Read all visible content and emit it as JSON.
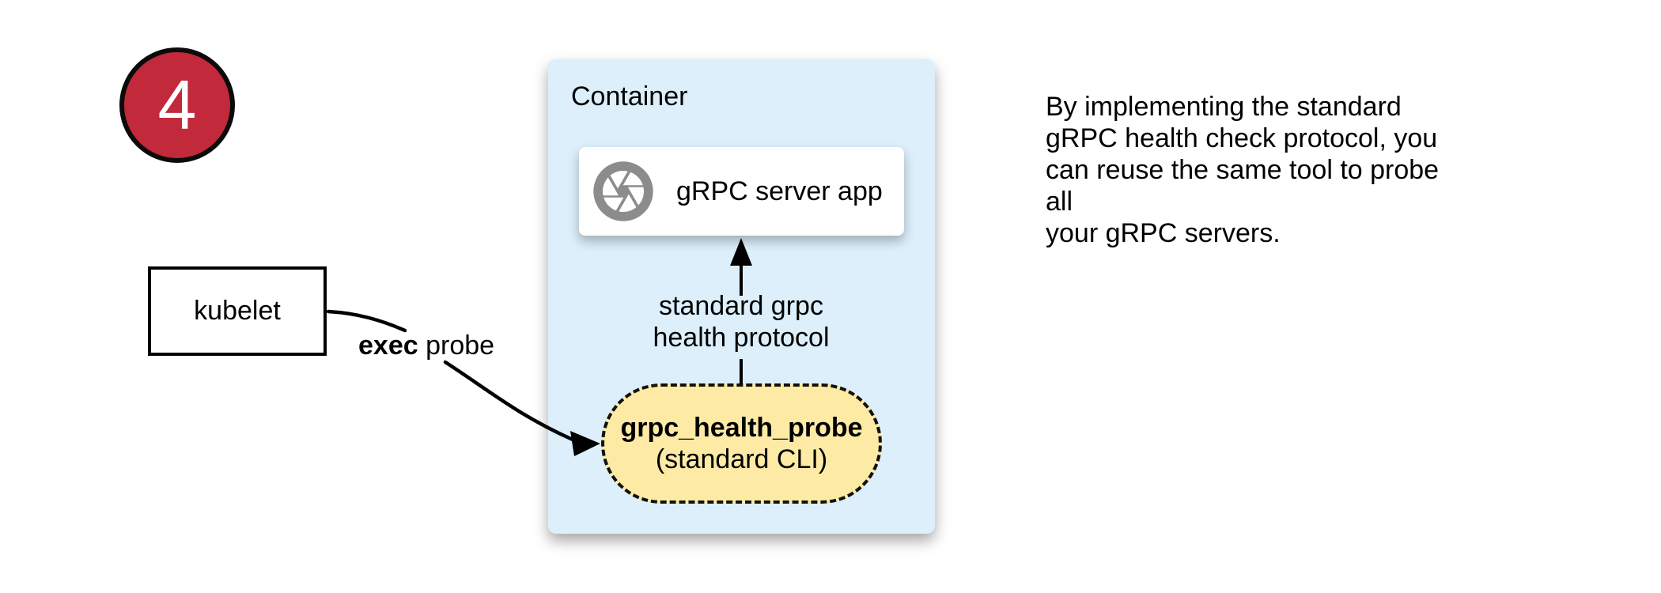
{
  "badge": {
    "number": "4"
  },
  "kubelet": {
    "label": "kubelet"
  },
  "exec_probe": {
    "bold": "exec",
    "rest": " probe"
  },
  "container": {
    "title": "Container",
    "server": {
      "label": "gRPC server app",
      "icon": "aperture-icon"
    },
    "protocol_label": "standard grpc\nhealth protocol",
    "probe": {
      "title": "grpc_health_probe",
      "subtitle": "(standard CLI)"
    }
  },
  "caption": "By implementing the standard\ngRPC health check protocol, you\ncan reuse the same tool to probe all\nyour gRPC servers.",
  "colors": {
    "badge_red": "#C2293A",
    "container_blue": "#DCEFFB",
    "probe_yellow": "#FCEAA5",
    "icon_gray": "#8C8C8C",
    "line_black": "#000000"
  }
}
